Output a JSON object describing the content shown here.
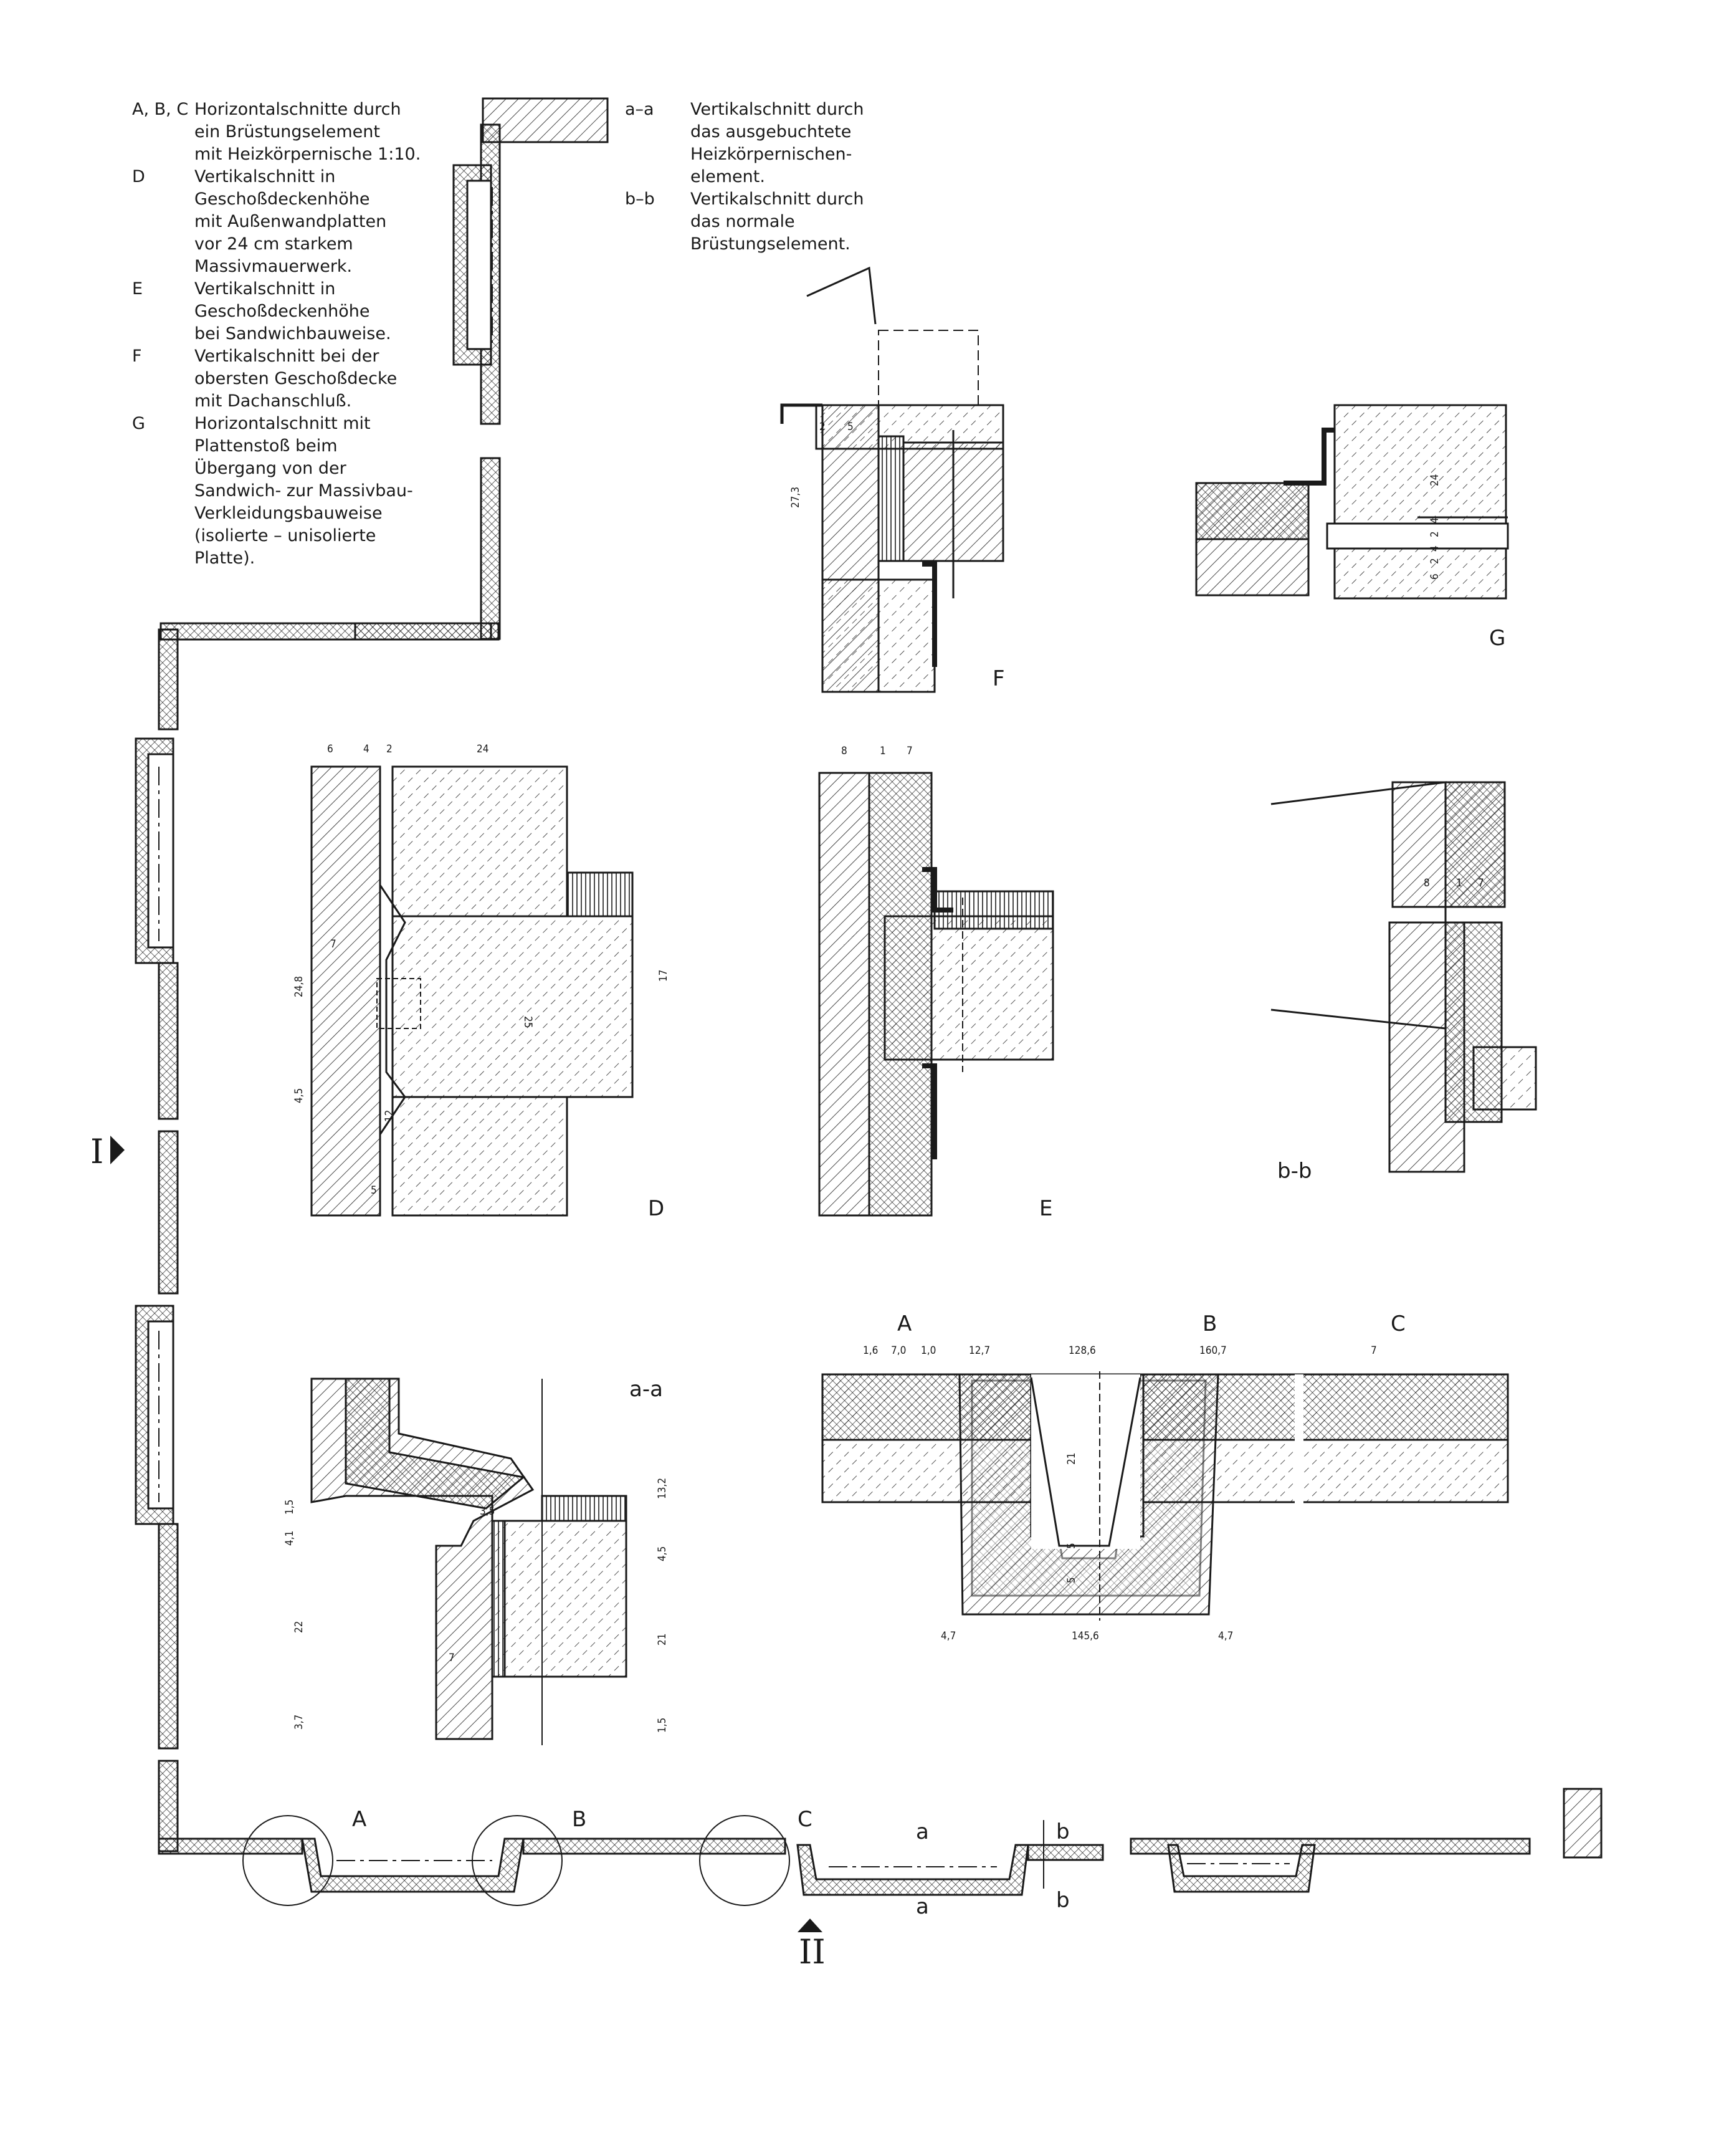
{
  "legend_left": [
    {
      "code": "A, B, C",
      "text": "Horizontalschnitte durch\nein Brüstungselement\nmit Heizkörpernische 1:10."
    },
    {
      "code": "D",
      "text": "Vertikalschnitt in\nGeschoßdeckenhöhe\nmit Außenwandplatten\nvor 24 cm starkem\nMassivmauerwerk."
    },
    {
      "code": "E",
      "text": "Vertikalschnitt in\nGeschoßdeckenhöhe\nbei Sandwichbauweise."
    },
    {
      "code": "F",
      "text": "Vertikalschnitt bei der\nobersten Geschoßdecke\nmit Dachanschluß."
    },
    {
      "code": "G",
      "text": "Horizontalschnitt mit\nPlattenstoß beim\nÜbergang von der\nSandwich- zur Massivbau-\nVerkleidungsbauweise\n(isolierte – unisolierte\nPlatte)."
    }
  ],
  "legend_right": [
    {
      "code": "a–a",
      "text": "Vertikalschnitt durch\ndas ausgebuchtete\nHeizkörpernischen-\nelement."
    },
    {
      "code": "b–b",
      "text": "Vertikalschnitt durch\ndas normale\nBrüstungselement."
    }
  ],
  "labels": {
    "F": "F",
    "G": "G",
    "D": "D",
    "E": "E",
    "bb": "b-b",
    "aa": "a-a",
    "A_detail": "A",
    "B_detail": "B",
    "C_detail": "C",
    "A_plan": "A",
    "B_plan": "B",
    "C_plan": "C",
    "a_top": "a",
    "a_bottom": "a",
    "b_top": "b",
    "b_bottom": "b",
    "section_I": "I",
    "section_II": "II"
  },
  "dimensions": {
    "F": [
      "2",
      "5",
      "27,3"
    ],
    "G": [
      "24",
      "4",
      "2",
      "4",
      "2",
      "6"
    ],
    "D": [
      "6",
      "4",
      "2",
      "24",
      "7",
      "24,8",
      "25",
      "17",
      "4,5",
      "12",
      "5"
    ],
    "E": [
      "8",
      "1",
      "7"
    ],
    "bb": [
      "8",
      "1",
      "7"
    ],
    "aa": [
      "1,5",
      "4,1",
      "22",
      "3,7",
      "3,5",
      "13,2",
      "4,5",
      "21",
      "1,5",
      "7"
    ],
    "ABC": [
      "1,6",
      "7,0",
      "1,0",
      "12,7",
      "128,6",
      "160,7",
      "7",
      "21",
      "5",
      "5",
      "4,7",
      "145,6",
      "4,7"
    ]
  },
  "colors": {
    "ink": "#1a1a1a",
    "paper": "#ffffff"
  }
}
